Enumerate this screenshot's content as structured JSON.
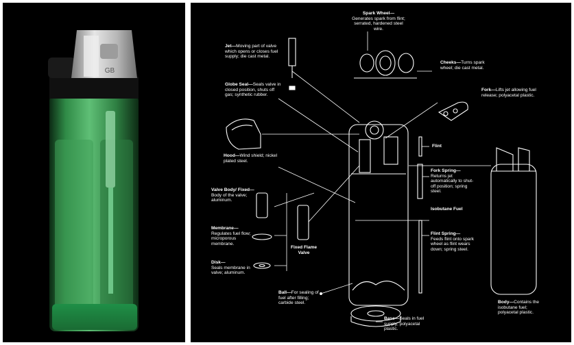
{
  "photo": {
    "cap_marking": "GB",
    "colors": {
      "background": "#000000",
      "body": "#2f8a46",
      "cap": "#c9c9c9",
      "base": "#1fa24f"
    }
  },
  "diagram": {
    "colors": {
      "background": "#000000",
      "ink": "#ffffff"
    },
    "labels": {
      "spark_wheel": {
        "name": "Spark Wheel",
        "desc": "Generates spark from flint; serrated, hardened steel wire."
      },
      "jet": {
        "name": "Jet",
        "desc": "Moving part of valve which opens or closes fuel supply; die cast metal."
      },
      "cheeks": {
        "name": "Cheeks",
        "desc": "Turns spark wheel; die cast metal."
      },
      "globe_seal": {
        "name": "Globe Seal",
        "desc": "Seals valve in closed position, shuts off gas; synthetic rubber."
      },
      "fork": {
        "name": "Fork",
        "desc": "Lifts jet allowing fuel release; polyacetal plastic."
      },
      "flint": {
        "name": "Flint",
        "desc": ""
      },
      "hood": {
        "name": "Hood",
        "desc": "Wind shield; nickel plated steel."
      },
      "fork_spring": {
        "name": "Fork Spring",
        "desc": "Returns jet automatically to shut-off position; spring steel."
      },
      "valve_body": {
        "name": "Valve Body/ Fixed",
        "desc": "Body of the valve; aluminum."
      },
      "isobutane_fuel": {
        "name": "Isobutane Fuel",
        "desc": ""
      },
      "membrane": {
        "name": "Membrane",
        "desc": "Regulates fuel flow; microporous membrane."
      },
      "fixed_flame_valve": {
        "name": "Fixed Flame Valve",
        "desc": ""
      },
      "flint_spring": {
        "name": "Flint Spring",
        "desc": "Feeds flint onto spark wheel as flint wears down; spring steel."
      },
      "disk": {
        "name": "Disk",
        "desc": "Seals membrane in valve; aluminum."
      },
      "ball": {
        "name": "Ball",
        "desc": "For sealing of fuel after filling; carbide steel."
      },
      "body": {
        "name": "Body",
        "desc": "Contains the isobutane fuel; polyacetal plastic."
      },
      "base": {
        "name": "Base",
        "desc": "Seals in fuel supply; polyacetal plastic."
      }
    }
  }
}
